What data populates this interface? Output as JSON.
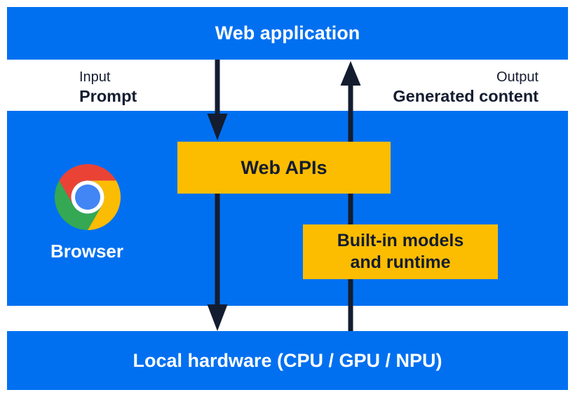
{
  "header": {
    "title": "Web application"
  },
  "io": {
    "input_caption": "Input",
    "input_value": "Prompt",
    "output_caption": "Output",
    "output_value": "Generated content"
  },
  "browser": {
    "label": "Browser"
  },
  "boxes": {
    "web_apis": "Web APIs",
    "builtin_line1": "Built-in models",
    "builtin_line2": "and runtime"
  },
  "hardware": {
    "label": "Local hardware (CPU / GPU / NPU)"
  },
  "arrows": {
    "input_direction": "down",
    "output_direction": "up"
  },
  "colors": {
    "blue": "#0170F0",
    "yellow": "#FCBD00",
    "navy": "#141C30",
    "white": "#FFFFFF",
    "chrome_red": "#EA4335",
    "chrome_yellow": "#FBBC04",
    "chrome_green": "#34A853",
    "chrome_blue": "#4285F4"
  }
}
